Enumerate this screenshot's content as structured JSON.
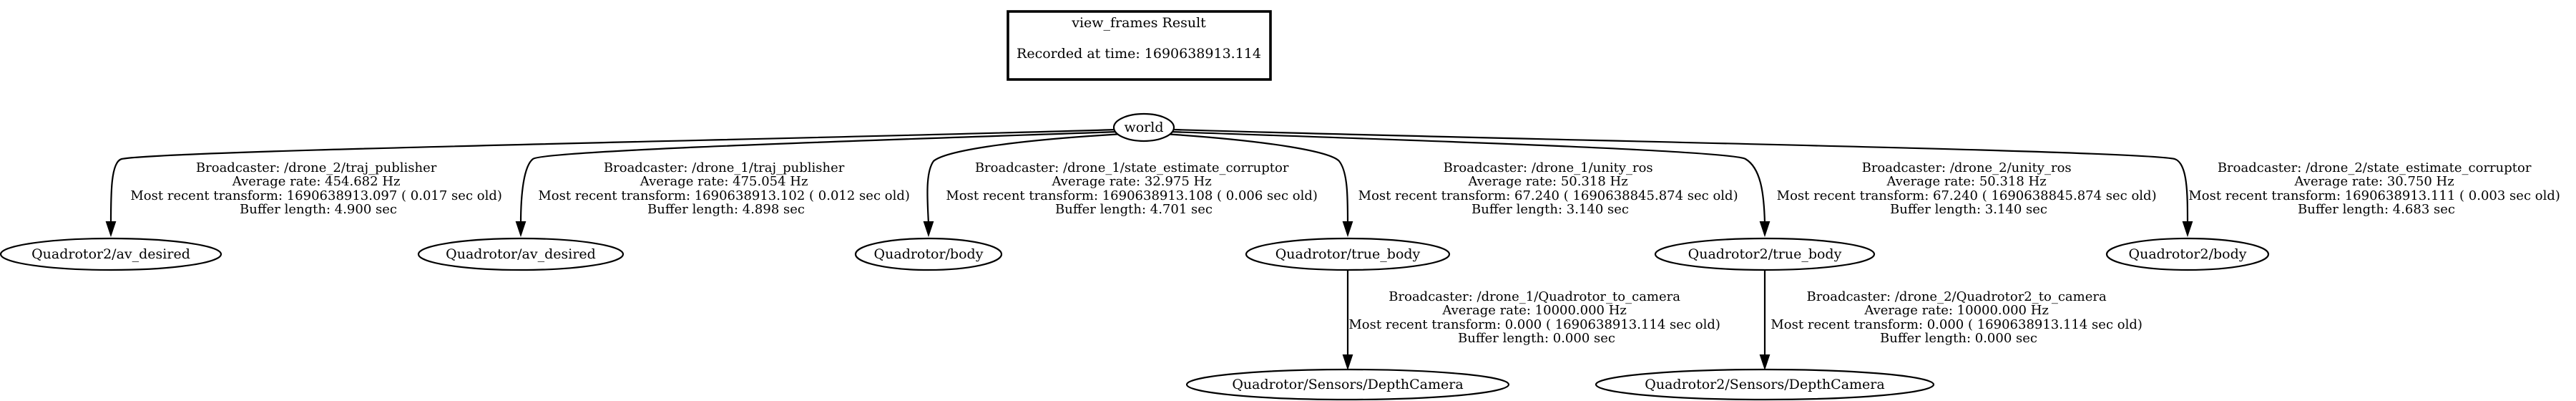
{
  "title_box": {
    "title": "view_frames Result",
    "recorded": "Recorded at time: 1690638913.114"
  },
  "nodes": {
    "world": "world",
    "q2_av_desired": "Quadrotor2/av_desired",
    "q_av_desired": "Quadrotor/av_desired",
    "q_body": "Quadrotor/body",
    "q_true_body": "Quadrotor/true_body",
    "q2_true_body": "Quadrotor2/true_body",
    "q2_body": "Quadrotor2/body",
    "q_depth": "Quadrotor/Sensors/DepthCamera",
    "q2_depth": "Quadrotor2/Sensors/DepthCamera"
  },
  "edges": [
    {
      "from": "world",
      "to": "Quadrotor2/av_desired",
      "lines": [
        "Broadcaster: /drone_2/traj_publisher",
        "Average rate: 454.682 Hz",
        "Most recent transform: 1690638913.097 ( 0.017 sec old)",
        "Buffer length: 4.900 sec"
      ]
    },
    {
      "from": "world",
      "to": "Quadrotor/av_desired",
      "lines": [
        "Broadcaster: /drone_1/traj_publisher",
        "Average rate: 475.054 Hz",
        "Most recent transform: 1690638913.102 ( 0.012 sec old)",
        "Buffer length: 4.898 sec"
      ]
    },
    {
      "from": "world",
      "to": "Quadrotor/body",
      "lines": [
        "Broadcaster: /drone_1/state_estimate_corruptor",
        "Average rate: 32.975 Hz",
        "Most recent transform: 1690638913.108 ( 0.006 sec old)",
        "Buffer length: 4.701 sec"
      ]
    },
    {
      "from": "world",
      "to": "Quadrotor/true_body",
      "lines": [
        "Broadcaster: /drone_1/unity_ros",
        "Average rate: 50.318 Hz",
        "Most recent transform: 67.240 ( 1690638845.874 sec old)",
        "Buffer length: 3.140 sec"
      ]
    },
    {
      "from": "world",
      "to": "Quadrotor2/true_body",
      "lines": [
        "Broadcaster: /drone_2/unity_ros",
        "Average rate: 50.318 Hz",
        "Most recent transform: 67.240 ( 1690638845.874 sec old)",
        "Buffer length: 3.140 sec"
      ]
    },
    {
      "from": "world",
      "to": "Quadrotor2/body",
      "lines": [
        "Broadcaster: /drone_2/state_estimate_corruptor",
        "Average rate: 30.750 Hz",
        "Most recent transform: 1690638913.111 ( 0.003 sec old)",
        "Buffer length: 4.683 sec"
      ]
    },
    {
      "from": "Quadrotor/true_body",
      "to": "Quadrotor/Sensors/DepthCamera",
      "lines": [
        "Broadcaster: /drone_1/Quadrotor_to_camera",
        "Average rate: 10000.000 Hz",
        "Most recent transform: 0.000 ( 1690638913.114 sec old)",
        "Buffer length: 0.000 sec"
      ]
    },
    {
      "from": "Quadrotor2/true_body",
      "to": "Quadrotor2/Sensors/DepthCamera",
      "lines": [
        "Broadcaster: /drone_2/Quadrotor2_to_camera",
        "Average rate: 10000.000 Hz",
        "Most recent transform: 0.000 ( 1690638913.114 sec old)",
        "Buffer length: 0.000 sec"
      ]
    }
  ]
}
